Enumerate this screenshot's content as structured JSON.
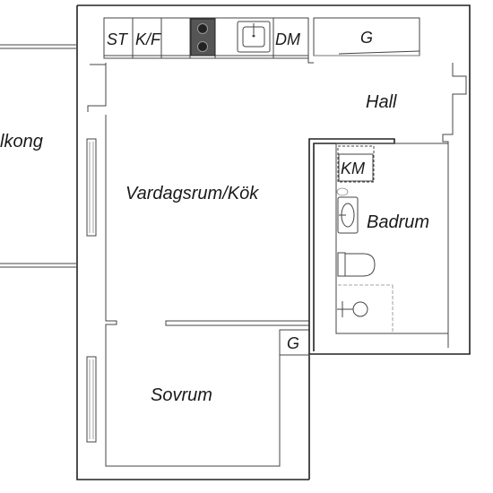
{
  "rooms": {
    "balkong": "lkong",
    "vardagsrum": "Vardagsrum/Kök",
    "hall": "Hall",
    "badrum": "Badrum",
    "sovrum": "Sovrum"
  },
  "fixtures": {
    "st": "ST",
    "kf": "K/F",
    "dm": "DM",
    "g_hall": "G",
    "km": "KM",
    "g_bedroom": "G"
  }
}
